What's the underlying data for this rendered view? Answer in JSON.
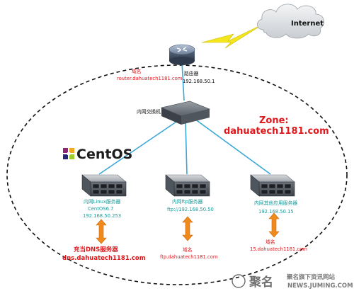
{
  "internet_label": "Internet",
  "router": {
    "domain_title": "域名",
    "domain_value": "router.dahuatech1181.com",
    "name": "路由器",
    "ip": "192.168.50.1"
  },
  "switch_label": "内网交换机",
  "zone": {
    "line1": "Zone:",
    "line2": "dahuatech1181.com"
  },
  "centos_logo": "CentOS",
  "servers": [
    {
      "name": "内网Linux服务器",
      "os": "CentOS6.7",
      "ip": "192.168.50.253",
      "role": "充当DNS服务器",
      "domain": "dns.dahuatech1181.com"
    },
    {
      "name": "内网ftp服务器",
      "ip": "ftp://192.168.50.50",
      "domain_title": "域名",
      "domain": "ftp.dahuatech1181.com"
    },
    {
      "name": "内网其他应用服务器",
      "ip": "192.168.50.15",
      "domain_title": "域名",
      "domain": "15.dahuatech1181.com"
    }
  ],
  "watermark": {
    "logo": "聚名",
    "title": "聚名旗下资讯网站",
    "url": "NEWS.JUMING.COM"
  },
  "colors": {
    "zone_red": "#e0171b",
    "link_blue": "#3aa8d8",
    "arrow_orange": "#f08a1c",
    "server_text_teal": "#1a9a9a"
  }
}
